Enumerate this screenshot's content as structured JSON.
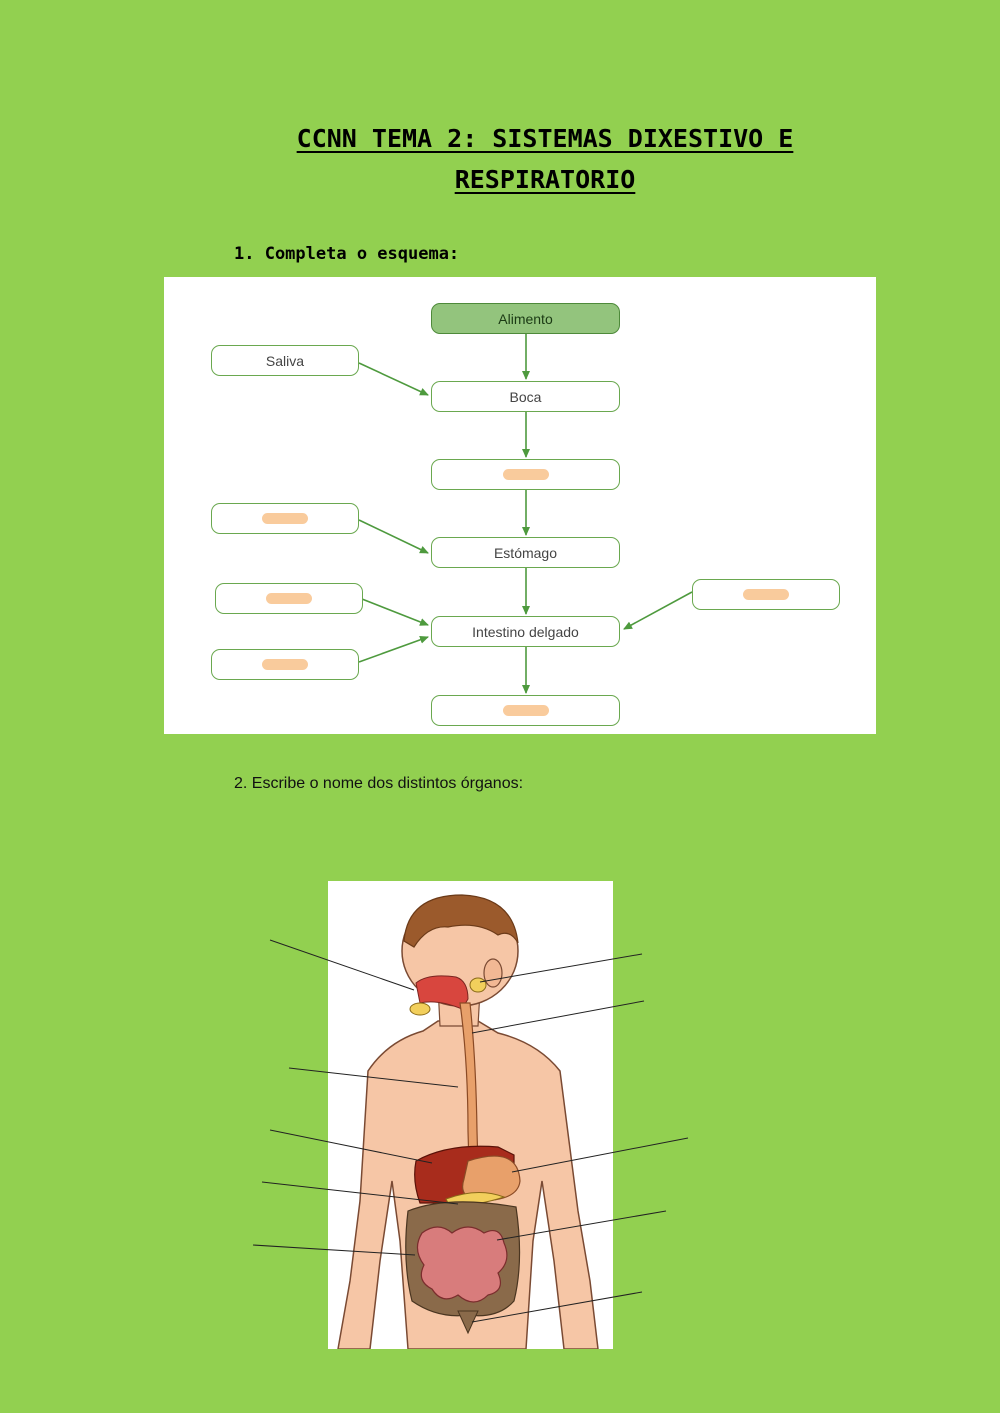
{
  "title": {
    "line1": "CCNN TEMA 2: SISTEMAS DIXESTIVO E",
    "line2": "RESPIRATORIO"
  },
  "question1": "1. Completa o esquema:",
  "scheme": {
    "alimento": "Alimento",
    "saliva": "Saliva",
    "boca": "Boca",
    "estomago": "Estómago",
    "intestino": "Intestino delgado"
  },
  "question2": "2.  Escribe o nome dos distintos órganos:",
  "colors": {
    "background": "#92d050",
    "box_border": "#6aa84f",
    "head_fill": "#93c47d",
    "blank_fill": "#f9cb9c",
    "arrow": "#4e9a3e"
  }
}
